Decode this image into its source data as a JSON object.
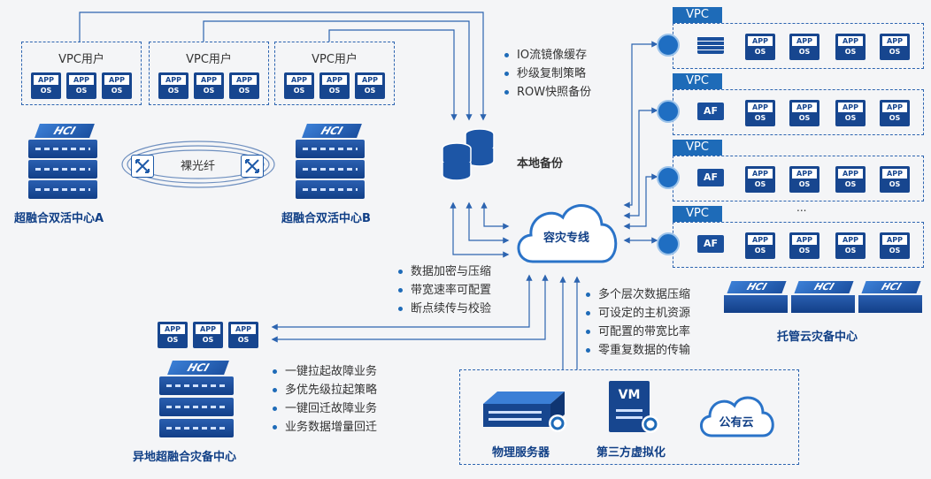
{
  "vpc_users": {
    "label": "VPC用户"
  },
  "app_os": {
    "app": "APP",
    "os": "OS"
  },
  "hci": {
    "label": "HCI"
  },
  "centers": {
    "a": "超融合双活中心A",
    "b": "超融合双活中心B",
    "remote": "异地超融合灾备中心",
    "hosted": "托管云灾备中心"
  },
  "fiber_label": "裸光纤",
  "backup": {
    "label": "本地备份",
    "features": [
      "IO流镜像缓存",
      "秒级复制策略",
      "ROW快照备份"
    ]
  },
  "dr_line": {
    "label": "容灾专线"
  },
  "line_features": [
    "数据加密与压缩",
    "带宽速率可配置",
    "断点续传与校验"
  ],
  "remote_features": [
    "一键拉起故障业务",
    "多优先级拉起策略",
    "一键回迁故障业务",
    "业务数据增量回迁"
  ],
  "source_features": [
    "多个层次数据压缩",
    "可设定的主机资源",
    "可配置的带宽比率",
    "零重复数据的传输"
  ],
  "sources": {
    "physical": "物理服务器",
    "third": "第三方虚拟化",
    "vm": "VM",
    "public_cloud": "公有云"
  },
  "cloud_vpc": {
    "label": "VPC",
    "af": "AF",
    "ellipsis": "..."
  },
  "colors": {
    "primary": "#17468f",
    "accent": "#1e6bb8",
    "title": "#103f86"
  }
}
